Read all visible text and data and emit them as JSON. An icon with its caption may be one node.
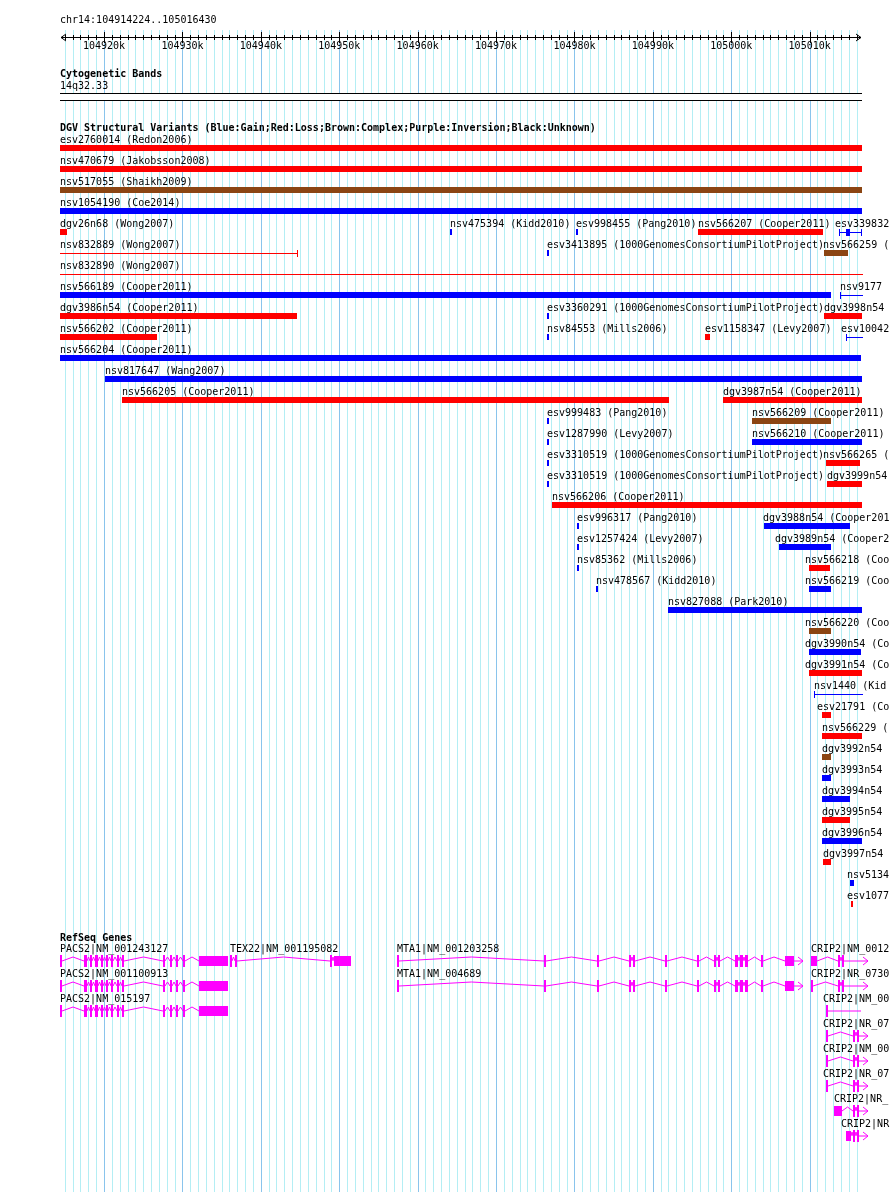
{
  "diagram": {
    "nodes": [
      {
        "text": [
          "Cytogenetic Bands",
          "14q32.33"
        ]
      },
      {
        "text": [
          "DGV Structural Variants (Blue:Gain;Red:Loss;Brown:Complex;Purple:Inversion;Black:Unknown)"
        ]
      },
      {
        "text": [
          "esv2760014 (Redon2006)"
        ],
        "in": 1
      },
      {
        "text": [
          "nsv470679 (Jakobsson2008)"
        ],
        "in": 1
      },
      {
        "text": [
          "nsv517055 (Shaikh2009)"
        ],
        "in": 1
      },
      {
        "text": [
          "nsv1054190 (Coe2014)"
        ],
        "in": 1
      },
      {
        "text": [
          "dgv26n68 (Wong2007)"
        ],
        "in": 1
      },
      {
        "text": [
          "nsv475394 (Kidd2010)"
        ],
        "in": 1
      },
      {
        "text": [
          "esv998455 (Pang2010)"
        ],
        "in": 1
      },
      {
        "text": [
          "nsv566207 (Cooper2011)"
        ],
        "in": 1
      },
      {
        "text": [
          "esv339832"
        ],
        "in": 1
      },
      {
        "text": [
          "nsv832889 (Wong2007)"
        ],
        "in": 1
      },
      {
        "text": [
          "esv3413895 (1000GenomesConsortiumPilotProject)"
        ],
        "in": 1
      },
      {
        "text": [
          "nsv566259 ("
        ],
        "in": 1
      },
      {
        "text": [
          "nsv832890 (Wong2007)"
        ],
        "in": 1
      },
      {
        "text": [
          "nsv566189 (Cooper2011)"
        ],
        "in": 1
      },
      {
        "text": [
          "nsv9177"
        ],
        "in": 1
      },
      {
        "text": [
          "dgv3986n54 (Cooper2011)"
        ],
        "in": 1
      },
      {
        "text": [
          "esv3360291 (1000GenomesConsortiumPilotProject)"
        ],
        "in": 1
      },
      {
        "text": [
          "dgv3998n54"
        ],
        "in": 1
      },
      {
        "text": [
          "nsv566202 (Cooper2011)"
        ],
        "in": 1
      },
      {
        "text": [
          "nsv84553 (Mills2006)"
        ],
        "in": 1
      },
      {
        "text": [
          "esv1158347 (Levy2007)"
        ],
        "in": 1
      },
      {
        "text": [
          "esv10042"
        ],
        "in": 1
      },
      {
        "text": [
          "nsv566204 (Cooper2011)"
        ],
        "in": 1
      },
      {
        "text": [
          "nsv817647 (Wang2007)"
        ],
        "in": 1
      },
      {
        "text": [
          "nsv566205 (Cooper2011)"
        ],
        "in": 1
      },
      {
        "text": [
          "dgv3987n54 (Cooper2011)"
        ],
        "in": 1
      },
      {
        "text": [
          "esv999483 (Pang2010)"
        ],
        "in": 1
      },
      {
        "text": [
          "nsv566209 (Cooper2011)"
        ],
        "in": 1
      },
      {
        "text": [
          "esv1287990 (Levy2007)"
        ],
        "in": 1
      },
      {
        "text": [
          "nsv566210 (Cooper2011)"
        ],
        "in": 1
      },
      {
        "text": [
          "esv3310519 (1000GenomesConsortiumPilotProject)"
        ],
        "in": 1
      },
      {
        "text": [
          "nsv566265 ("
        ],
        "in": 1
      },
      {
        "text": [
          "esv3310519 (1000GenomesConsortiumPilotProject)"
        ],
        "in": 1
      },
      {
        "text": [
          "dgv3999n54"
        ],
        "in": 1
      },
      {
        "text": [
          "nsv566206 (Cooper2011)"
        ],
        "in": 1
      },
      {
        "text": [
          "esv996317 (Pang2010)"
        ],
        "in": 1
      },
      {
        "text": [
          "dgv3988n54 (Cooper201"
        ],
        "in": 1
      },
      {
        "text": [
          "esv1257424 (Levy2007)"
        ],
        "in": 1
      },
      {
        "text": [
          "dgv3989n54 (Cooper2"
        ],
        "in": 1
      },
      {
        "text": [
          "nsv85362 (Mills2006)"
        ],
        "in": 1
      },
      {
        "text": [
          "nsv566218 (Coo"
        ],
        "in": 1
      },
      {
        "text": [
          "nsv478567 (Kidd2010)"
        ],
        "in": 1
      },
      {
        "text": [
          "nsv566219 (Coo"
        ],
        "in": 1
      },
      {
        "text": [
          "nsv827088 (Park2010)"
        ],
        "in": 1
      },
      {
        "text": [
          "nsv566220 (Coo"
        ],
        "in": 1
      },
      {
        "text": [
          "dgv3990n54 (Co"
        ],
        "in": 1
      },
      {
        "text": [
          "dgv3991n54 (Co"
        ],
        "in": 1
      },
      {
        "text": [
          "nsv1440 (Kid"
        ],
        "in": 1
      },
      {
        "text": [
          "esv21791 (Co"
        ],
        "in": 1
      },
      {
        "text": [
          "nsv566229 ("
        ],
        "in": 1
      },
      {
        "text": [
          "dgv3992n54"
        ],
        "in": 1
      },
      {
        "text": [
          "dgv3993n54"
        ],
        "in": 1
      },
      {
        "text": [
          "dgv3994n54"
        ],
        "in": 1
      },
      {
        "text": [
          "dgv3995n54"
        ],
        "in": 1
      },
      {
        "text": [
          "dgv3996n54"
        ],
        "in": 1
      },
      {
        "text": [
          "dgv3997n54"
        ],
        "in": 1
      },
      {
        "text": [
          "nsv5134"
        ],
        "in": 1
      },
      {
        "text": [
          "esv1077"
        ],
        "in": 1
      },
      {
        "text": [
          "RefSeq Genes"
        ]
      },
      {
        "text": [
          "PACS2|NM_001243127"
        ],
        "in": 60
      },
      {
        "text": [
          "TEX22|NM_001195082"
        ],
        "in": 60
      },
      {
        "text": [
          "MTA1|NM_001203258"
        ],
        "in": 60
      },
      {
        "text": [
          "CRIP2|NM_0012"
        ],
        "in": 60
      },
      {
        "text": [
          "PACS2|NM_001100913"
        ],
        "in": 60
      },
      {
        "text": [
          "MTA1|NM_004689"
        ],
        "in": 60
      },
      {
        "text": [
          "CRIP2|NR_0730"
        ],
        "in": 60
      },
      {
        "text": [
          "PACS2|NM_015197"
        ],
        "in": 60
      },
      {
        "text": [
          "CRIP2|NM_00"
        ],
        "in": 60
      },
      {
        "text": [
          "CRIP2|NR_07"
        ],
        "in": 60
      },
      {
        "text": [
          "CRIP2|NM_00"
        ],
        "in": 60
      },
      {
        "text": [
          "CRIP2|NR_07"
        ],
        "in": 60
      },
      {
        "text": [
          "CRIP2|NR_"
        ],
        "in": 60
      },
      {
        "text": [
          "CRIP2|NR"
        ],
        "in": 60
      }
    ],
    "labels": [
      "chr14:104914224..105016430",
      "104920k",
      "104930k",
      "104940k",
      "104950k",
      "104960k",
      "104970k",
      "104980k",
      "104990k",
      "105000k",
      "105010k"
    ]
  }
}
